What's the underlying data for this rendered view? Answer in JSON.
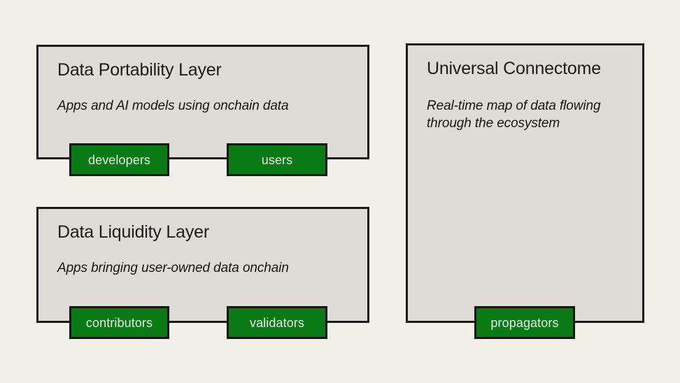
{
  "diagram": {
    "background_color": "#f0efe8",
    "panel_fill_color": "#dedcd6",
    "panel_border_color": "#1a1a1a",
    "chip_fill_color": "#0a7a14",
    "chip_text_color": "#e9efe9",
    "panels": [
      {
        "id": "data-portability-layer",
        "title": "Data Portability Layer",
        "description": "Apps and AI models using onchain data"
      },
      {
        "id": "data-liquidity-layer",
        "title": "Data Liquidity Layer",
        "description": "Apps bringing user-owned data onchain"
      },
      {
        "id": "universal-connectome",
        "title": "Universal Connectome",
        "description": "Real-time map of data flowing through the ecosystem"
      }
    ],
    "chips": [
      {
        "id": "developers",
        "label": "developers"
      },
      {
        "id": "users",
        "label": "users"
      },
      {
        "id": "contributors",
        "label": "contributors"
      },
      {
        "id": "validators",
        "label": "validators"
      },
      {
        "id": "propagators",
        "label": "propagators"
      }
    ]
  }
}
